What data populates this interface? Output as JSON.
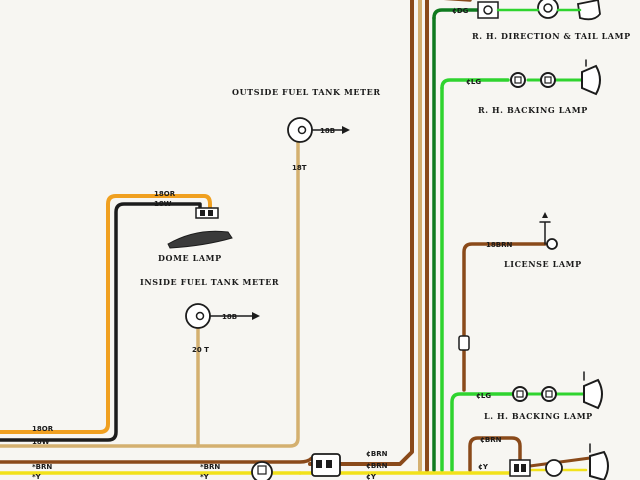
{
  "labels": {
    "rh_direction_tail": "R. H. DIRECTION & TAIL LAMP",
    "rh_backing": "R. H. BACKING LAMP",
    "outside_fuel": "OUTSIDE FUEL TANK METER",
    "dome": "DOME LAMP",
    "inside_fuel": "INSIDE FUEL TANK METER",
    "license": "LICENSE LAMP",
    "lh_backing": "L. H. BACKING LAMP"
  },
  "wires": {
    "dg": "¢DG",
    "lg_top": "¢LG",
    "b18_outside": "18B",
    "t18": "18T",
    "or18_dome": "18OR",
    "w18_dome": "18W",
    "b18_inside": "18B",
    "t20": "20 T",
    "brn18_lic": "18BRN",
    "lg_bot": "¢LG",
    "brn_bot": "¢BRN",
    "y_bot": "¢Y",
    "or18_left": "18OR",
    "w18_left": "18W",
    "brn_left": "*BRN",
    "y_left": "*Y",
    "brn_mid": "*BRN",
    "y_mid": "*Y",
    "brn_c1": "¢BRN",
    "brn_c2": "¢BRN",
    "y_c": "¢Y"
  },
  "colors": {
    "orange": "#f0a020",
    "black": "#1c1c1c",
    "tan": "#d4b070",
    "brown": "#8a4a1a",
    "yellow": "#f2e21a",
    "green": "#2fd42f",
    "darkgreen": "#0f7a1f"
  }
}
